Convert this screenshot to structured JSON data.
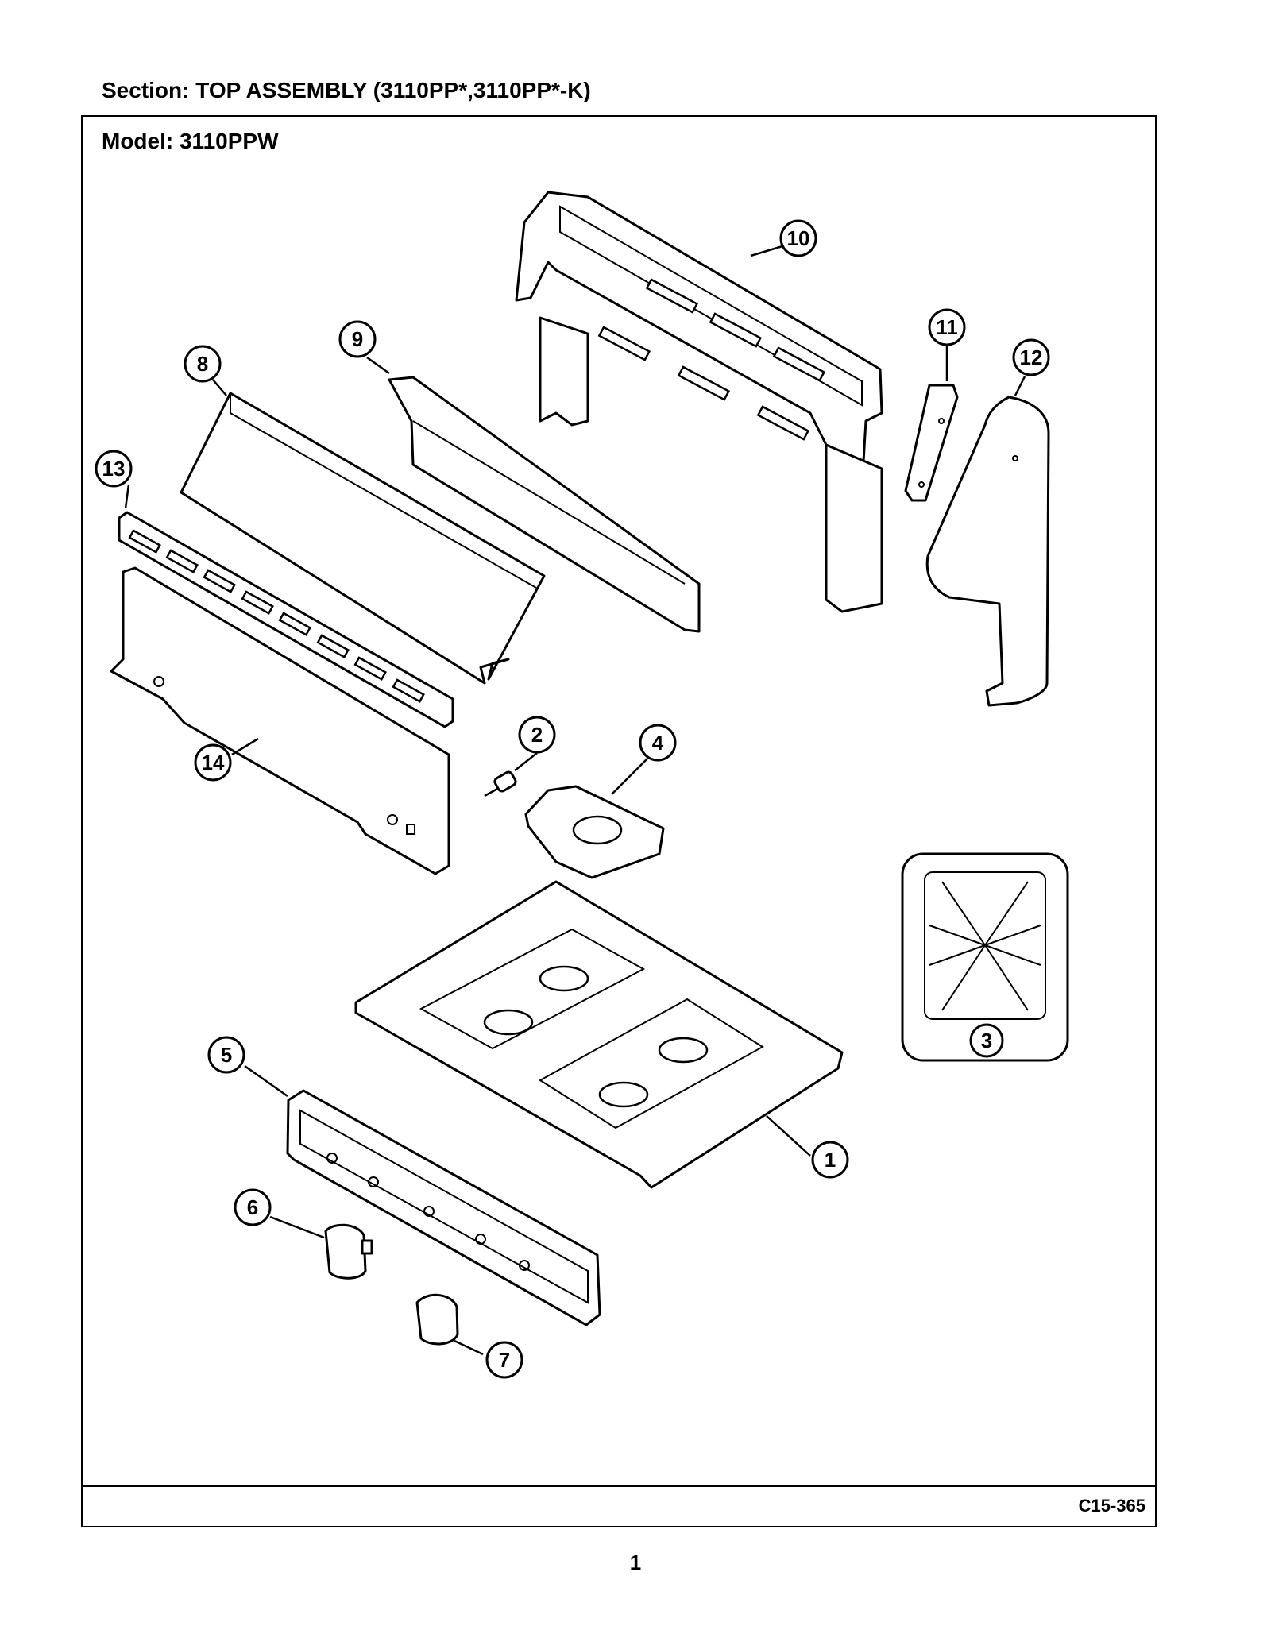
{
  "header": {
    "section": "Section:  TOP ASSEMBLY (3110PP*,3110PP*-K)",
    "model": "Model:  3110PPW"
  },
  "footer": {
    "diagram_code": "C15-365",
    "page_number": "1"
  },
  "callouts": [
    {
      "id": "callout-1",
      "label": "1"
    },
    {
      "id": "callout-2",
      "label": "2"
    },
    {
      "id": "callout-3",
      "label": "3"
    },
    {
      "id": "callout-4",
      "label": "4"
    },
    {
      "id": "callout-5",
      "label": "5"
    },
    {
      "id": "callout-6",
      "label": "6"
    },
    {
      "id": "callout-7",
      "label": "7"
    },
    {
      "id": "callout-8",
      "label": "8"
    },
    {
      "id": "callout-9",
      "label": "9"
    },
    {
      "id": "callout-10",
      "label": "10"
    },
    {
      "id": "callout-11",
      "label": "11"
    },
    {
      "id": "callout-12",
      "label": "12"
    },
    {
      "id": "callout-13",
      "label": "13"
    },
    {
      "id": "callout-14",
      "label": "14"
    }
  ]
}
